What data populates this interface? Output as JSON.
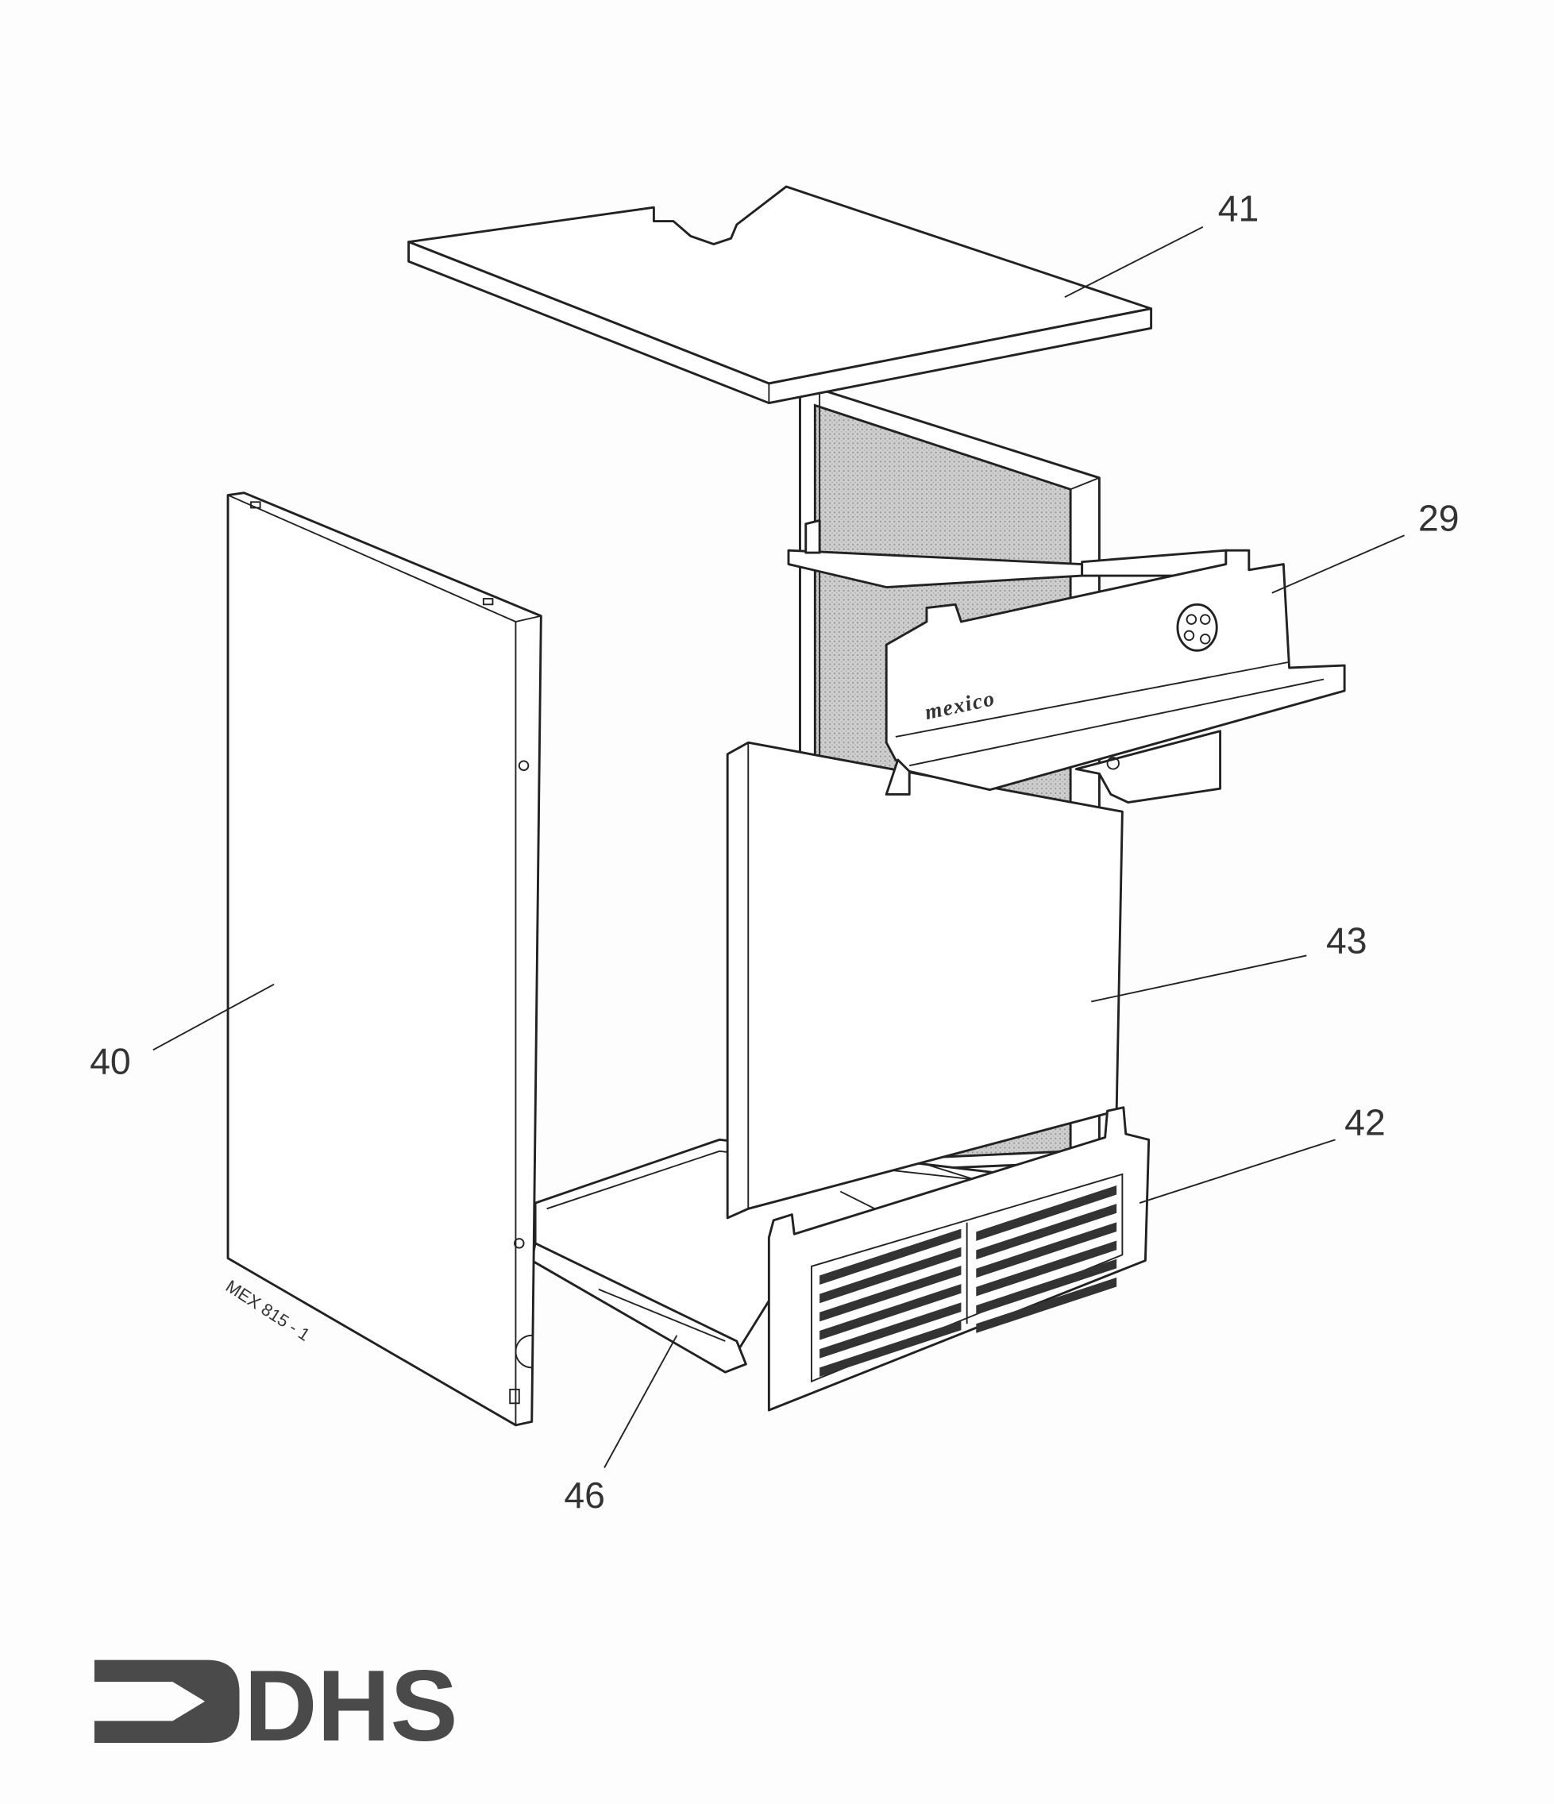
{
  "diagram": {
    "part_labels": {
      "p41": "41",
      "p29": "29",
      "p43": "43",
      "p42": "42",
      "p40": "40",
      "p46": "46"
    },
    "drawing_code": "MEX 815 - 1",
    "product_name": "mexico",
    "logo_text": "DHS",
    "colors": {
      "line": "#222222",
      "logo": "#4a4a4a",
      "background": "#fdfdfd"
    }
  }
}
